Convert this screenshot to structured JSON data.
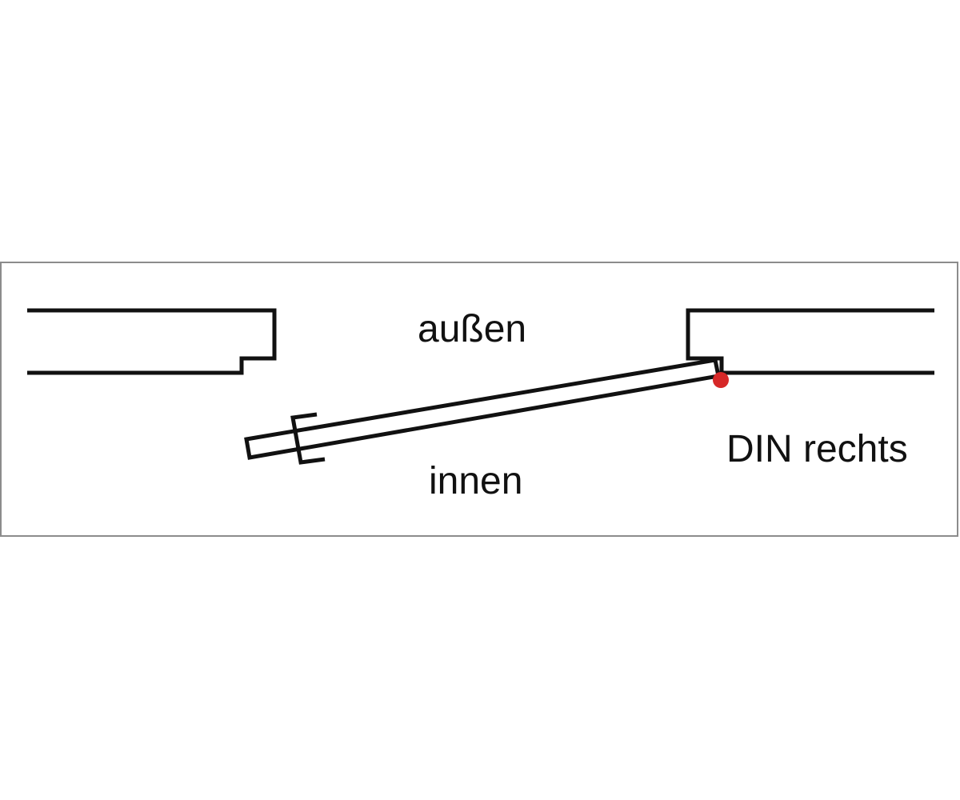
{
  "labels": {
    "outside": "außen",
    "inside": "innen",
    "hinge_side": "DIN rechts"
  },
  "colors": {
    "line": "#111111",
    "hinge_marker": "#d62828",
    "frame_border": "#8c8c8c",
    "background": "#ffffff"
  }
}
